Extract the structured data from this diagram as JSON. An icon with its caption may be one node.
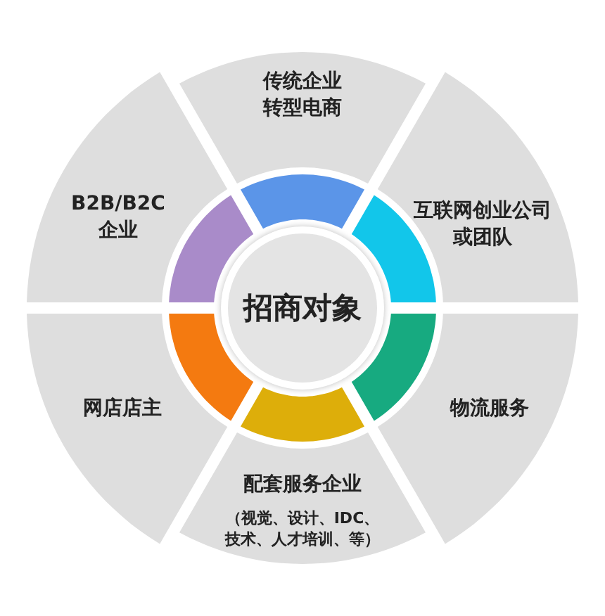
{
  "diagram": {
    "nodes": [
      {
        "text": [
          "传统企业转型电商"
        ]
      },
      {
        "text": [
          "B2B/B2C企业"
        ]
      },
      {
        "text": [
          "互联网创业公司或团队"
        ]
      },
      {
        "text": [
          "招商对象"
        ]
      },
      {
        "text": [
          "网店店主"
        ]
      },
      {
        "text": [
          "物流服务"
        ]
      },
      {
        "text": [
          "配套服务企业",
          "（视觉、设计、IDC、技术、人才培训、等）"
        ]
      }
    ]
  }
}
